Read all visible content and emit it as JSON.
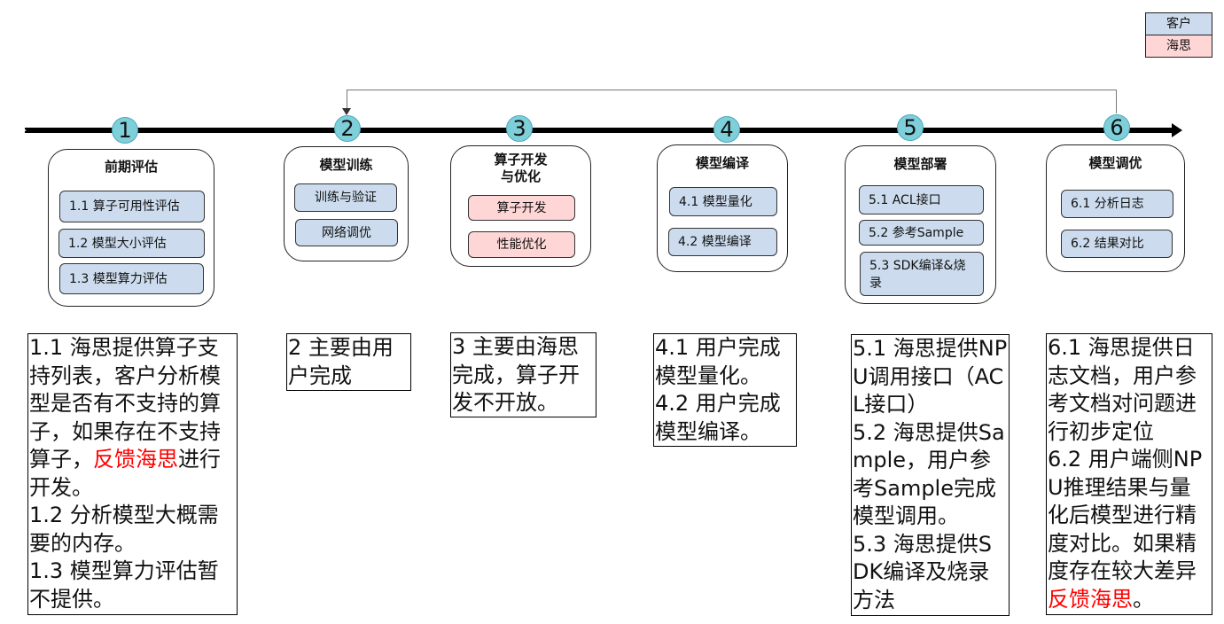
{
  "legend": {
    "customer": {
      "label": "客户",
      "color": "#ccdcee"
    },
    "hisilicon": {
      "label": "海思",
      "color": "#ffd6d6"
    }
  },
  "timeline": {
    "loop_from_step": "6",
    "loop_to_step": "2",
    "steps": [
      "1",
      "2",
      "3",
      "4",
      "5",
      "6"
    ]
  },
  "phases": [
    {
      "title": "前期评估",
      "items": [
        {
          "label": "1.1 算子可用性评估",
          "owner": "customer"
        },
        {
          "label": "1.2 模型大小评估",
          "owner": "customer"
        },
        {
          "label": "1.3 模型算力评估",
          "owner": "customer"
        }
      ]
    },
    {
      "title": "模型训练",
      "items": [
        {
          "label": "训练与验证",
          "owner": "customer"
        },
        {
          "label": "网络调优",
          "owner": "customer"
        }
      ]
    },
    {
      "title_line1": "算子开发",
      "title_line2": "与优化",
      "items": [
        {
          "label": "算子开发",
          "owner": "hisilicon"
        },
        {
          "label": "性能优化",
          "owner": "hisilicon"
        }
      ]
    },
    {
      "title": "模型编译",
      "items": [
        {
          "label": "4.1 模型量化",
          "owner": "customer"
        },
        {
          "label": "4.2 模型编译",
          "owner": "customer"
        }
      ]
    },
    {
      "title": "模型部署",
      "items": [
        {
          "label": "5.1 ACL接口",
          "owner": "customer"
        },
        {
          "label": "5.2 参考Sample",
          "owner": "customer"
        },
        {
          "label": "5.3 SDK编译&烧录",
          "owner": "customer"
        }
      ]
    },
    {
      "title": "模型调优",
      "items": [
        {
          "label": "6.1 分析日志",
          "owner": "customer"
        },
        {
          "label": "6.2 结果对比",
          "owner": "customer"
        }
      ]
    }
  ],
  "notes": {
    "n1": {
      "a": "1.1 海思提供算子支持列表，客户分析模型是否有不支持的算子，如果存在不支持算子，",
      "highlight": "反馈海思",
      "b": "进行开发。\n1.2 分析模型大概需要的内存。\n1.3 模型算力评估暂不提供。"
    },
    "n2": "2 主要由用户完成",
    "n3": "3 主要由海思完成，算子开发不开放。",
    "n4": "4.1 用户完成模型量化。\n4.2 用户完成模型编译。",
    "n5": "5.1 海思提供NPU调用接口（ACL接口）\n5.2 海思提供Sample，用户参考Sample完成模型调用。\n5.3 海思提供SDK编译及烧录方法",
    "n6": {
      "a": "6.1 海思提供日志文档，用户参考文档对问题进行初步定位\n6.2 用户端侧NPU推理结果与量化后模型进行精度对比。如果精度存在较大差异",
      "highlight": "反馈海思",
      "b": "。"
    }
  }
}
